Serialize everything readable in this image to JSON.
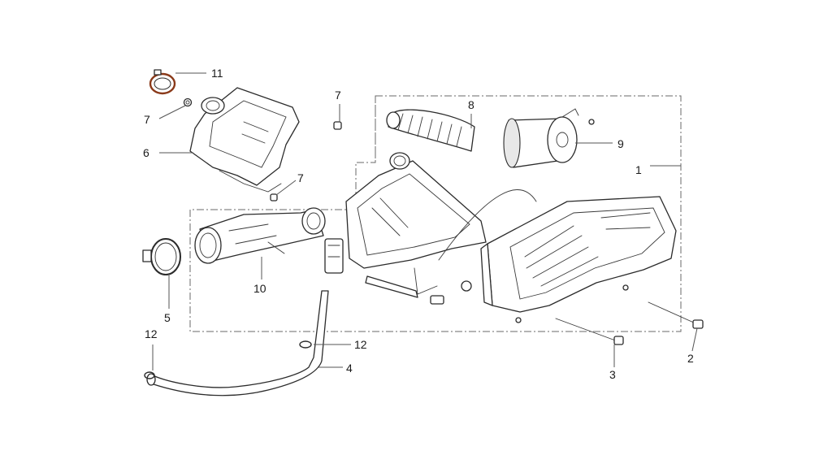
{
  "callouts": [
    {
      "id": "c1",
      "label": "1"
    },
    {
      "id": "c2",
      "label": "2"
    },
    {
      "id": "c3",
      "label": "3"
    },
    {
      "id": "c4",
      "label": "4"
    },
    {
      "id": "c5",
      "label": "5"
    },
    {
      "id": "c6",
      "label": "6"
    },
    {
      "id": "c7a",
      "label": "7"
    },
    {
      "id": "c7b",
      "label": "7"
    },
    {
      "id": "c7c",
      "label": "7"
    },
    {
      "id": "c8",
      "label": "8"
    },
    {
      "id": "c9",
      "label": "9"
    },
    {
      "id": "c10",
      "label": "10"
    },
    {
      "id": "c11",
      "label": "11"
    },
    {
      "id": "c12a",
      "label": "12"
    },
    {
      "id": "c12b",
      "label": "12"
    }
  ],
  "colors": {
    "line": "#2b2b2b",
    "background": "#ffffff",
    "highlight": "#8a3a1a"
  }
}
